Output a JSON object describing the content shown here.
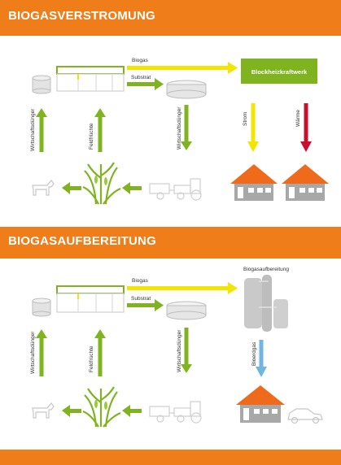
{
  "colors": {
    "orange": "#ef7d1a",
    "green": "#7fb31f",
    "yellow": "#f2e600",
    "red": "#c8102e",
    "blue": "#6fb6e0",
    "gray": "#bdbdbd",
    "lightgray": "#d9d9d9",
    "roof": "#ef6a1a",
    "house": "#a8a8a8"
  },
  "section1": {
    "title": "BIOGASVERSTROMUNG",
    "plant_label": "Blockheizkraftwerk",
    "biogas_label": "Biogas",
    "substrat_label": "Substrat",
    "strom_label": "Strom",
    "waerme_label": "Wärme",
    "wirtschaftsduenger_left": "Wirtschaftsdünger",
    "feldfruechte": "Feldfrüchte",
    "wirtschaftsduenger_right": "Wirtschaftsdünger"
  },
  "section2": {
    "title": "BIOGASAUFBEREITUNG",
    "plant_label": "Biogasaufbereitung",
    "biogas_label": "Biogas",
    "substrat_label": "Substrat",
    "bioerdgas_label": "Bioerdgas",
    "wirtschaftsduenger_left": "Wirtschaftsdünger",
    "feldfruechte": "Feldfrüchte",
    "wirtschaftsduenger_right": "Wirtschaftsdünger"
  }
}
